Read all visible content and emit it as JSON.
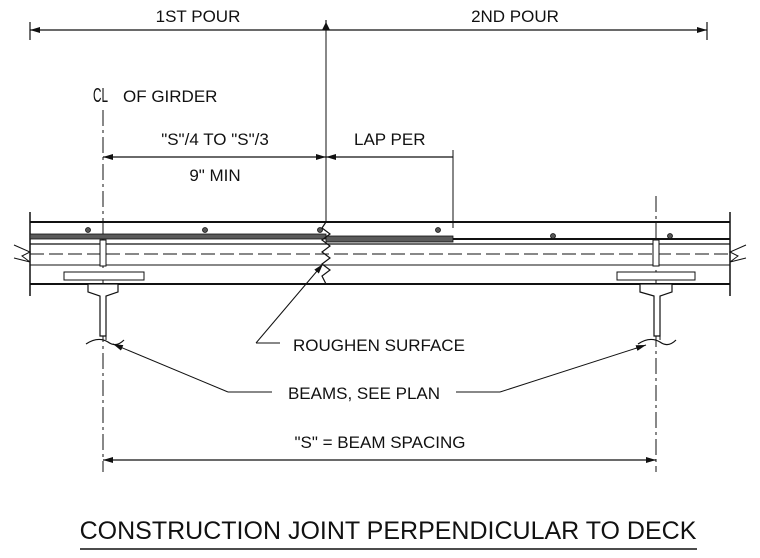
{
  "labels": {
    "first_pour": "1ST POUR",
    "second_pour": "2ND POUR",
    "girder_centerline": "OF GIRDER",
    "girder_centerline_symbol": "CL",
    "spacing_fraction": "\"S\"/4 TO \"S\"/3",
    "min_distance": "9\" MIN",
    "lap": "LAP PER",
    "roughen": "ROUGHEN SURFACE",
    "beams": "BEAMS, SEE PLAN",
    "beam_spacing": "\"S\" = BEAM SPACING"
  },
  "title": "CONSTRUCTION JOINT PERPENDICULAR TO DECK",
  "colors": {
    "line": "#111111",
    "fill_dark": "#5a5a5a",
    "fill_light": "#ffffff"
  }
}
